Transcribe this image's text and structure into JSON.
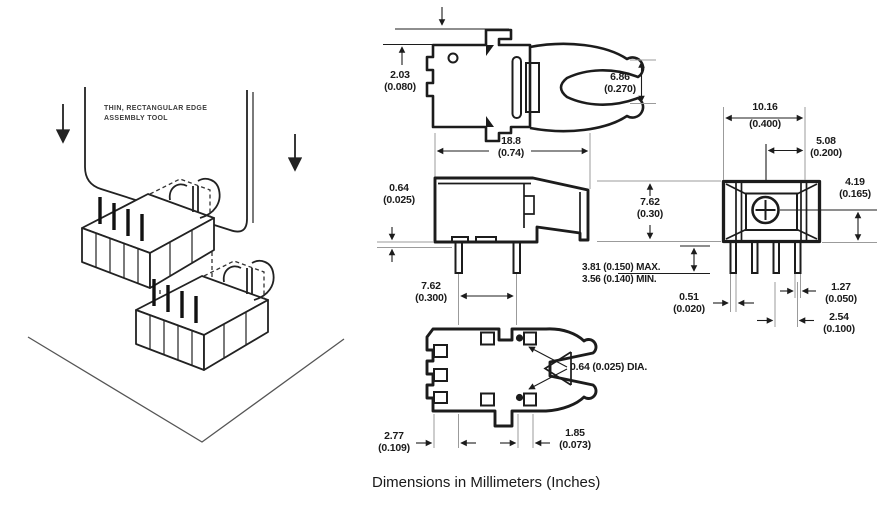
{
  "illustration": {
    "label_line1": "THIN, RECTANGULAR EDGE",
    "label_line2": "ASSEMBLY TOOL"
  },
  "caption": "Dimensions in Millimeters (Inches)",
  "dimensions": {
    "top_tab_height": {
      "mm": "2.03",
      "in": "(0.080)"
    },
    "clip_opening": {
      "mm": "6.86",
      "in": "(0.270)"
    },
    "body_length": {
      "mm": "18.8",
      "in": "(0.74)"
    },
    "standoff_height": {
      "mm": "0.64",
      "in": "(0.025)"
    },
    "body_height": {
      "mm": "7.62",
      "in": "(0.30)"
    },
    "pin_row_spacing": {
      "mm": "7.62",
      "in": "(0.300)"
    },
    "pin_length": {
      "max": "3.81 (0.150) MAX.",
      "min": "3.56 (0.140) MIN."
    },
    "body_width": {
      "mm": "10.16",
      "in": "(0.400)"
    },
    "pin_center_offset": {
      "mm": "5.08",
      "in": "(0.200)"
    },
    "center_height": {
      "mm": "4.19",
      "in": "(0.165)"
    },
    "pin_thickness": {
      "mm": "0.51",
      "in": "(0.020)"
    },
    "pin_edge_gap": {
      "mm": "1.27",
      "in": "(0.050)"
    },
    "pin_pitch": {
      "mm": "2.54",
      "in": "(0.100)"
    },
    "edge_offset": {
      "mm": "2.77",
      "in": "(0.109)"
    },
    "tab_width": {
      "mm": "1.85",
      "in": "(0.073)"
    },
    "hole_diameter": "0.64 (0.025) DIA."
  },
  "colors": {
    "line": "#1c1c1c",
    "extension": "#9b9b9b",
    "text": "#1b1b1b"
  }
}
